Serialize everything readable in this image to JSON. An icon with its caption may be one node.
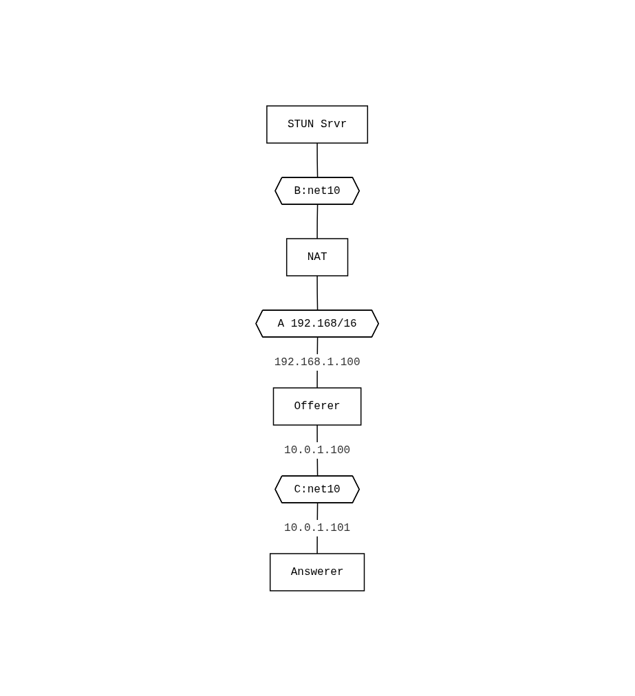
{
  "diagram": {
    "nodes": [
      {
        "text": [
          "STUN Srvr"
        ]
      },
      {
        "text": [
          "B:net10"
        ]
      },
      {
        "text": [
          "NAT"
        ]
      },
      {
        "text": [
          "A 192.168/16"
        ]
      },
      {
        "text": [
          "Offerer"
        ]
      },
      {
        "text": [
          "C:net10"
        ]
      },
      {
        "text": [
          "Answerer"
        ]
      }
    ],
    "edges": [
      {
        "from": 0,
        "to": 1,
        "arrow": "none"
      },
      {
        "from": 1,
        "to": 2,
        "arrow": "none"
      },
      {
        "from": 2,
        "to": 3,
        "arrow": "none"
      },
      {
        "from": 3,
        "to": 4,
        "arrow": "none",
        "label": "192.168.1.100"
      },
      {
        "from": 4,
        "to": 5,
        "arrow": "none",
        "label": "10.0.1.100"
      },
      {
        "from": 5,
        "to": 6,
        "arrow": "none",
        "label": "10.0.1.101"
      }
    ]
  }
}
